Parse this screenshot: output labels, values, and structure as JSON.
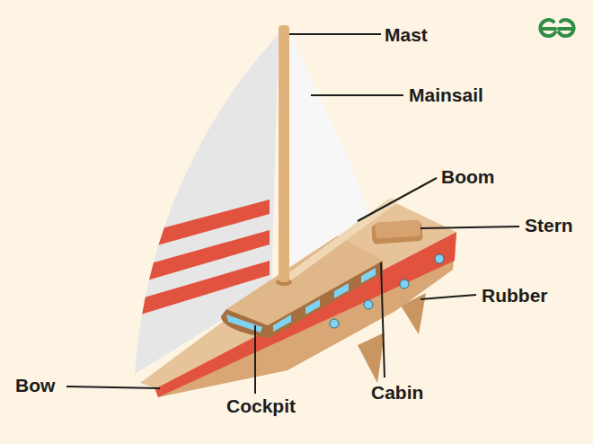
{
  "diagram": {
    "labels": [
      "Mast",
      "Mainsail",
      "Boom",
      "Stern",
      "Rubber",
      "Bow",
      "Cockpit",
      "Cabin"
    ]
  }
}
